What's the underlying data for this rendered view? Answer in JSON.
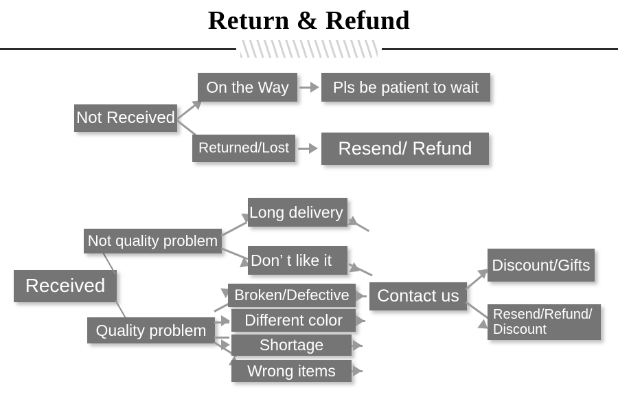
{
  "header": {
    "title": "Return & Refund",
    "divider_icon": "diagonal-hatch-divider"
  },
  "diagram": {
    "type": "flowchart",
    "box_color": "#757575",
    "text_color": "#ffffff",
    "arrow_color": "#9a9a9a",
    "background": "#ffffff",
    "branches": [
      {
        "root": "Not Received",
        "paths": [
          {
            "condition": "On the Way",
            "outcome": "Pls be patient to wait"
          },
          {
            "condition": "Returned/Lost",
            "outcome": "Resend/ Refund"
          }
        ]
      },
      {
        "root": "Received",
        "paths": [
          {
            "category": "Not quality problem",
            "reasons": [
              "Long delivery",
              "Don’ t like it"
            ]
          },
          {
            "category": "Quality problem",
            "reasons": [
              "Broken/Defective",
              "Different color",
              "Shortage",
              "Wrong items"
            ]
          }
        ],
        "funnel": "Contact us",
        "outcomes": [
          "Discount/Gifts",
          "Resend/Refund/\nDiscount"
        ]
      }
    ],
    "nodes": {
      "not_received": "Not Received",
      "on_the_way": "On the Way",
      "pls_be_patient": "Pls be patient to wait",
      "returned_lost": "Returned/Lost",
      "resend_refund": "Resend/ Refund",
      "received": "Received",
      "not_quality_problem": "Not quality problem",
      "quality_problem": "Quality problem",
      "long_delivery": "Long delivery",
      "dont_like_it": "Don’ t like it",
      "broken_defective": "Broken/Defective",
      "different_color": "Different color",
      "shortage": "Shortage",
      "wrong_items": "Wrong items",
      "contact_us": "Contact us",
      "discount_gifts": "Discount/Gifts",
      "resend_refund_discount_line1": "Resend/Refund/",
      "resend_refund_discount_line2": "Discount"
    }
  }
}
